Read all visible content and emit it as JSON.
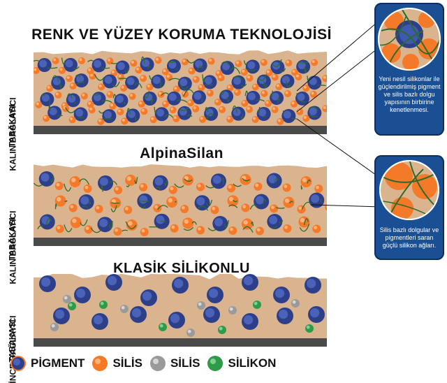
{
  "titles": {
    "top": "RENK VE YÜZEY KORUMA TEKNOLOJİSİ",
    "middle": "AlpinaSilan",
    "bottom": "KLASİK SİLİKONLU"
  },
  "side_labels": {
    "top": [
      "KALIN BAĞLAYICI",
      "TABAKASI"
    ],
    "middle": [
      "KALIN BAĞLAYICI",
      "TABAKASI"
    ],
    "bottom": [
      "İNCE BAĞLAYICI",
      "TABAKASI"
    ]
  },
  "callouts": {
    "top": "Yeni nesil silikonlar ile güçlendirilmiş pigment ve silis bazlı dolgu yapısının birbirine kenetlenmesi.",
    "middle": "Silis bazlı dolgular ve pigmentleri saran güçlü silikon ağları."
  },
  "legend": [
    {
      "label": "PİGMENT",
      "icon": "pigment-particle-icon",
      "color": "#2e3f8a"
    },
    {
      "label": "SİLİS",
      "icon": "silica-orange-particle-icon",
      "color": "#f47a2a"
    },
    {
      "label": "SİLİS",
      "icon": "silica-grey-particle-icon",
      "color": "#9a9a9a"
    },
    {
      "label": "SİLİKON",
      "icon": "silicone-particle-icon",
      "color": "#2f9a4a"
    }
  ],
  "colors": {
    "coating": "#d9b48f",
    "substrate": "#4a4a4a",
    "callout_bg": "#1a4f93",
    "pigment": "#2e3f8a",
    "silica_orange": "#f47a2a",
    "silica_grey": "#9a9a9a",
    "silicone": "#2f9a4a",
    "network_fiber": "#2e6b2a"
  }
}
